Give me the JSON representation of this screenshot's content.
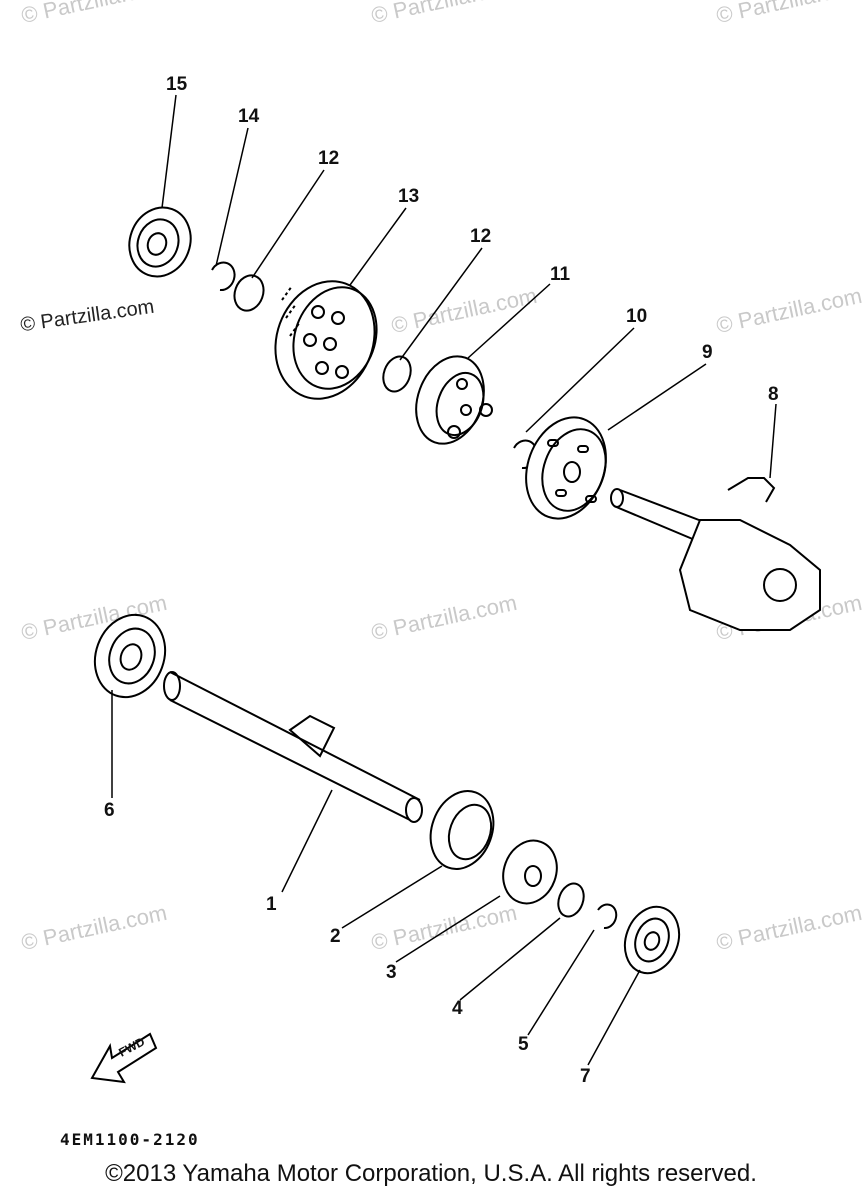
{
  "watermarks": {
    "text": "© Partzilla.com",
    "primary": "© Partzilla.com"
  },
  "callouts": {
    "c1": "1",
    "c2": "2",
    "c3": "3",
    "c4": "4",
    "c5": "5",
    "c6": "6",
    "c7": "7",
    "c8": "8",
    "c9": "9",
    "c10": "10",
    "c11": "11",
    "c12a": "12",
    "c12b": "12",
    "c13": "13",
    "c14": "14",
    "c15": "15"
  },
  "fwd_label": "FWD",
  "diagram_code": "4EM1100-2120",
  "copyright": "©2013 Yamaha Motor Corporation, U.S.A. All rights reserved."
}
